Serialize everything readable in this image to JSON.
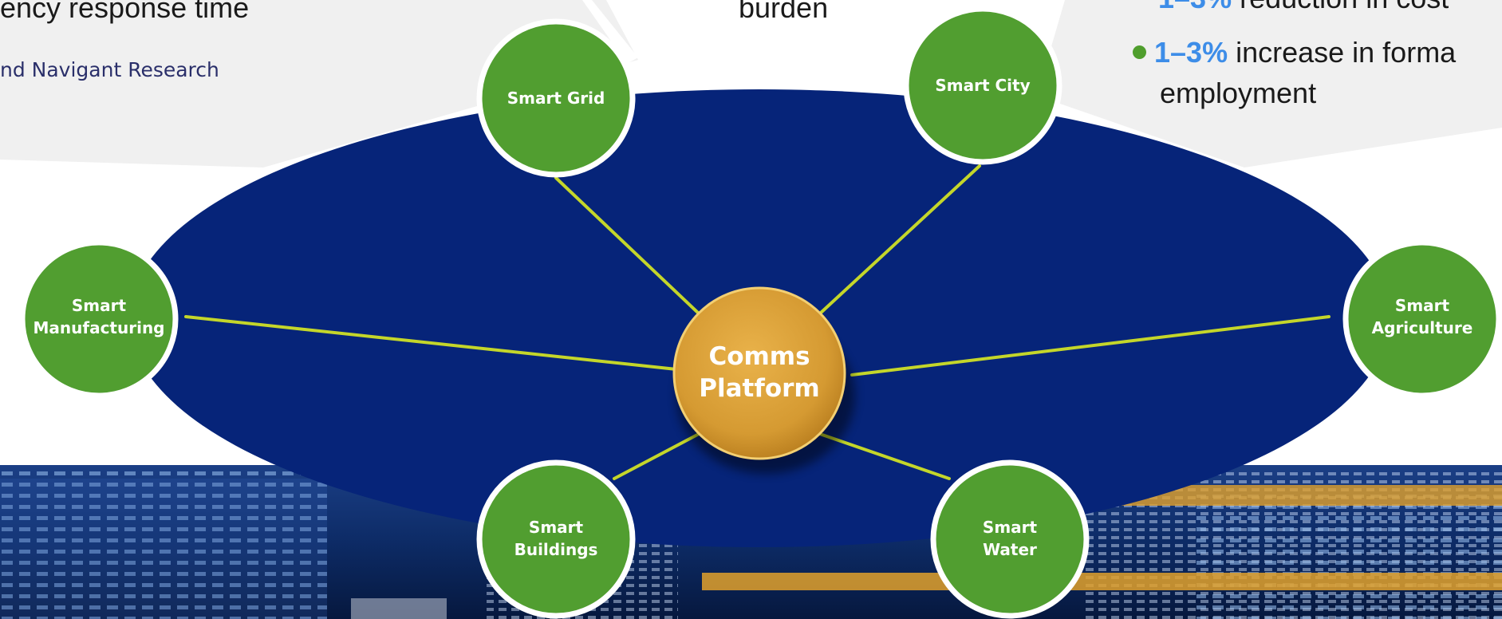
{
  "text_fragments": {
    "top_left_line": "ency response time",
    "top_left_source": "nd Navigant Research",
    "top_center_word": "burden",
    "top_right_partial": "reduction in cost",
    "top_right_stat_value": "1–3%",
    "top_right_stat_text": " increase in forma",
    "top_right_stat_text2": "employment"
  },
  "diagram": {
    "hub": {
      "label": "Comms\nPlatform",
      "color": "#d59a32"
    },
    "nodes": [
      {
        "key": "smart-grid",
        "label": "Smart Grid"
      },
      {
        "key": "smart-city",
        "label": "Smart City"
      },
      {
        "key": "smart-manufacturing",
        "label": "Smart\nManufacturing"
      },
      {
        "key": "smart-agriculture",
        "label": "Smart\nAgriculture"
      },
      {
        "key": "smart-buildings",
        "label": "Smart\nBuildings"
      },
      {
        "key": "smart-water",
        "label": "Smart\nWater"
      }
    ],
    "colors": {
      "ellipse": "#062479",
      "node_fill": "#519e30",
      "node_border": "#ffffff",
      "connector": "#c4d62a",
      "callout_bg": "#f0f0f0"
    }
  }
}
